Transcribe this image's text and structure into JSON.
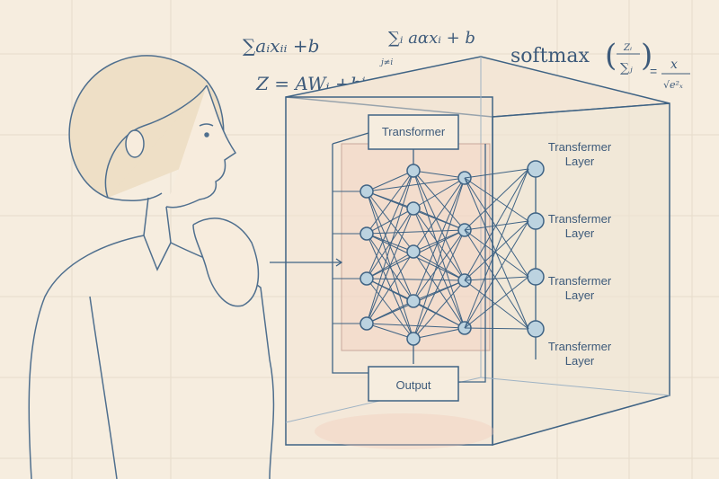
{
  "equations": {
    "sum_linear": "∑aᵢxᵢᵢ +b",
    "sum_indexed": "∑ᵢ aαxᵢ + b",
    "sum_index_sub": "j≠i",
    "z_equation": "Z = AWᵢ +bⁱ",
    "softmax": "softmax",
    "softmax_numer": "Zᵢ",
    "softmax_denom": "∑ⱼ",
    "softmax_rhs_numer": "x",
    "softmax_rhs_denom": "√e²ₓ"
  },
  "diagram": {
    "top_box": "Transformer",
    "bottom_box": "Output",
    "layers": [
      "Transfermer Layer",
      "Transfermer Layer",
      "Transfermer Layer",
      "Transfermer Layer"
    ],
    "layer_line1": "Transfermer",
    "layer_line2": "Layer"
  },
  "colors": {
    "background": "#f6eddf",
    "ink": "#3f6384",
    "node_fill": "#bcd3e0",
    "accent": "#f2c8b8"
  }
}
